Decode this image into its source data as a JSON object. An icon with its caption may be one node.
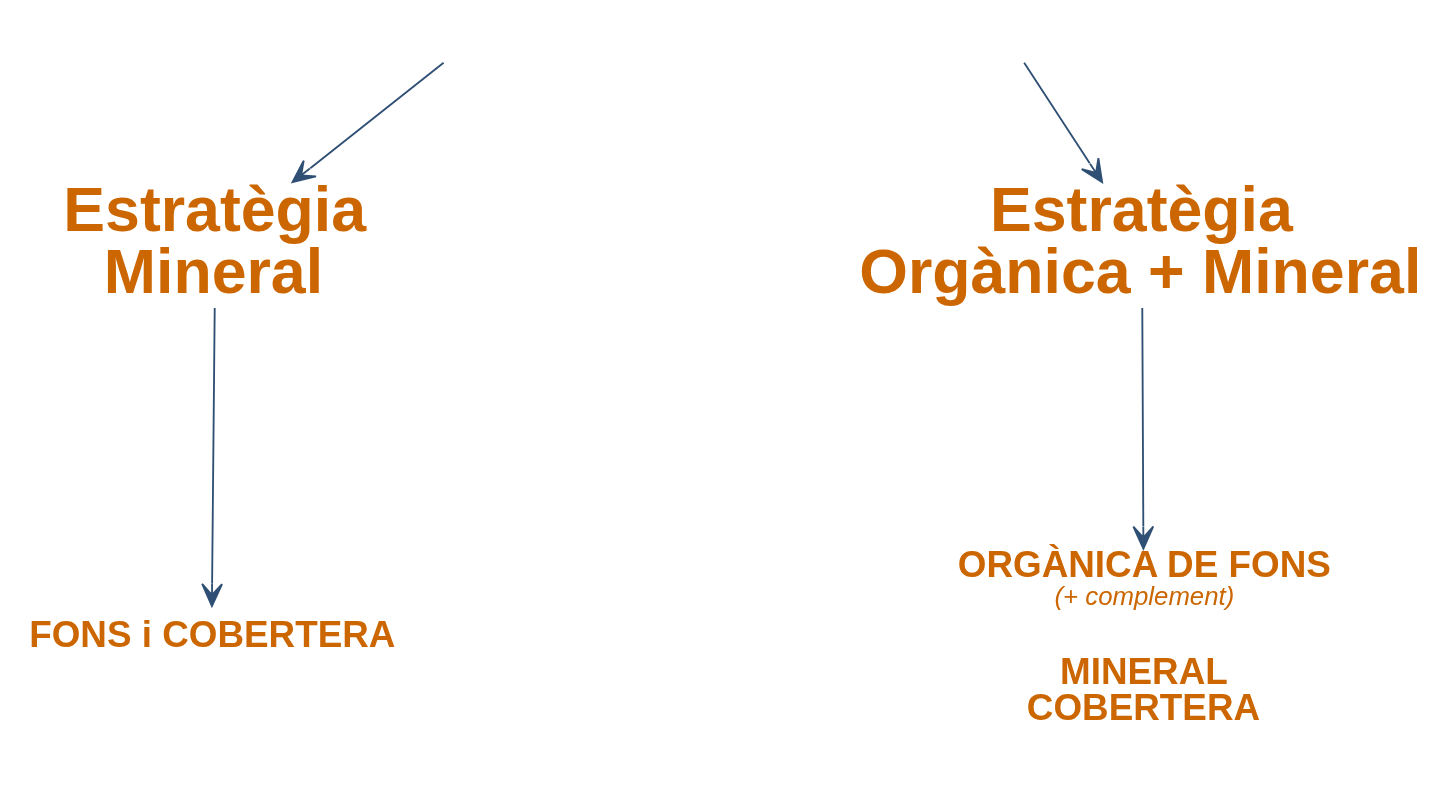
{
  "diagram": {
    "nodes": [
      {
        "text": [
          "Estratègia Mineral"
        ]
      },
      {
        "text": [
          "Estratègia Orgànica + Mineral"
        ]
      },
      {
        "text": [
          "FONS i COBERTERA"
        ]
      },
      {
        "text": [
          "ORGÀNICA DE FONS",
          "(+ complement)",
          "MINERAL COBERTERA"
        ]
      }
    ],
    "edges": [
      {
        "from": null,
        "to": 0,
        "arrow": "to"
      },
      {
        "from": null,
        "to": 1,
        "arrow": "to"
      },
      {
        "from": 0,
        "to": 2,
        "arrow": "to"
      },
      {
        "from": 1,
        "to": 3,
        "arrow": "to"
      }
    ]
  }
}
